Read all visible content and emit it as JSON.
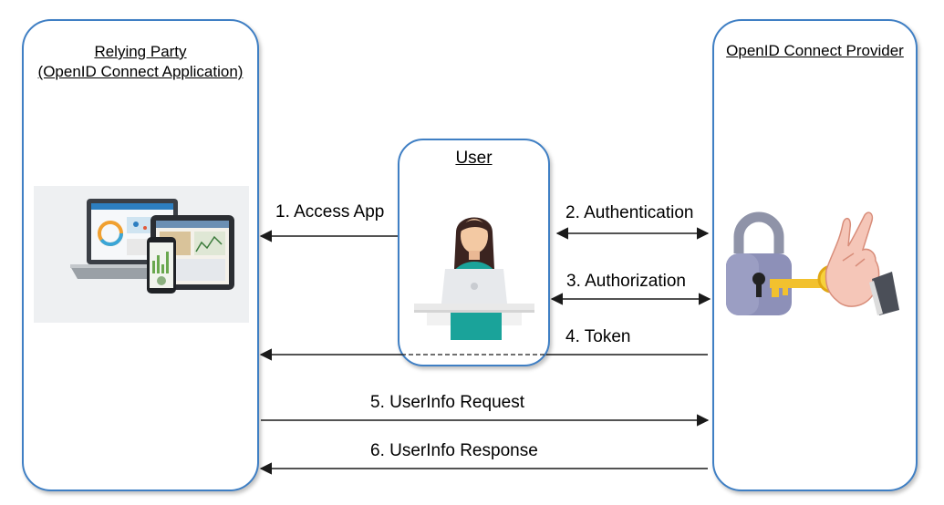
{
  "relying_party": {
    "title_line1": "Relying Party",
    "title_line2": "(OpenID Connect Application)"
  },
  "provider": {
    "title": "OpenID Connect Provider"
  },
  "user": {
    "title": "User"
  },
  "flows": [
    {
      "label": "1. Access App"
    },
    {
      "label": "2. Authentication"
    },
    {
      "label": "3. Authorization"
    },
    {
      "label": "4. Token"
    },
    {
      "label": "5. UserInfo Request"
    },
    {
      "label": "6. UserInfo Response"
    }
  ],
  "colors": {
    "box_border": "#3f7fc4",
    "arrow": "#1a1a1a",
    "user_accent": "#1aa39a"
  }
}
